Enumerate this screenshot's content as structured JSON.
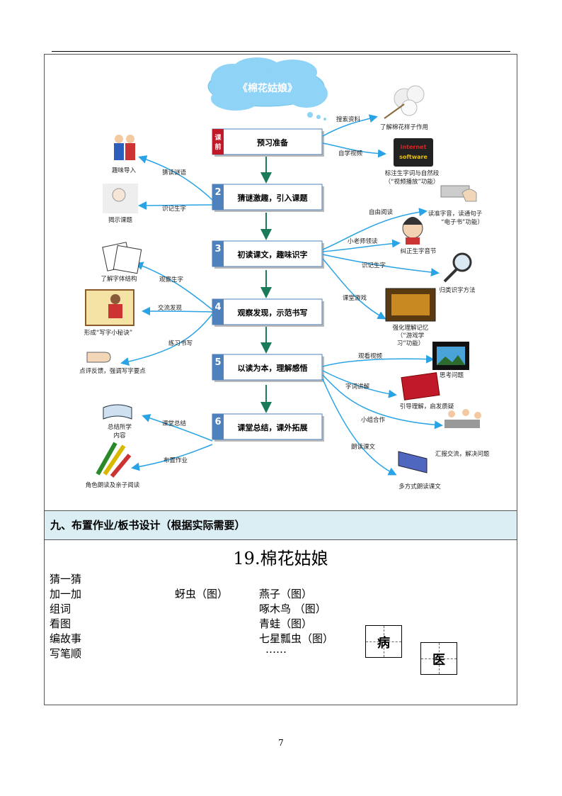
{
  "diagram": {
    "cloud_title": "《棉花姑娘》",
    "steps": [
      {
        "num": "课前",
        "label": "预习准备"
      },
      {
        "num": "2",
        "label": "猜谜激趣，引入课题"
      },
      {
        "num": "3",
        "label": "初读课文，趣味识字"
      },
      {
        "num": "4",
        "label": "观察发现，示范书写"
      },
      {
        "num": "5",
        "label": "以读为本，理解感悟"
      },
      {
        "num": "6",
        "label": "课堂总结，课外拓展"
      }
    ],
    "right_branches": [
      {
        "link": "搜索资料",
        "caption": "了解棉花样子作用"
      },
      {
        "link": "自学视频",
        "caption": "标注生字词与自然段",
        "caption2": "（“视频播放”功能）"
      },
      {
        "link": "自由阅读",
        "caption": "读准字音，读通句子",
        "caption2": "“电子书”功能）"
      },
      {
        "link": "小老师领读",
        "caption": "纠正生字音节"
      },
      {
        "link": "识记生字",
        "caption": "归类识字方法"
      },
      {
        "link": "课堂游戏",
        "caption": "强化理解记忆",
        "caption2": "（“游戏学",
        "caption3": "习”功能）"
      },
      {
        "link": "观看视频",
        "caption": "思考问题"
      },
      {
        "link": "字词讲解",
        "caption": "引导理解，启发质疑"
      },
      {
        "link": "小组合作",
        "caption": "汇报交流，解决问题"
      },
      {
        "link": "朗读课文",
        "caption": "多方式朗读课文"
      }
    ],
    "left_branches": [
      {
        "link": "猜读谜语",
        "caption": "趣味导入"
      },
      {
        "link": "识记生字",
        "caption": "揭示课题"
      },
      {
        "link": "观察生字",
        "caption": "了解字体结构"
      },
      {
        "link": "交流发现",
        "caption": "形成“写字小秘诀”"
      },
      {
        "link": "练习书写",
        "caption": "点评反馈，强调写字要点"
      },
      {
        "link": "课堂总结",
        "caption": "总结所学",
        "caption2": "内容"
      },
      {
        "link": "布置作业",
        "caption": "角色朗读及亲子阅读"
      }
    ]
  },
  "section": {
    "title": "九、布置作业/板书设计（根据实际需要）"
  },
  "board": {
    "title": "19.棉花姑娘",
    "left_col": [
      "猜一猜",
      "加一加",
      "组词",
      "看图",
      "编故事",
      "写笔顺"
    ],
    "mid_col": [
      "蚜虫（图）"
    ],
    "right_col": [
      "燕子（图）",
      "啄木鸟 （图）",
      "青蛙（图）",
      "七星瓢虫（图）",
      "……"
    ],
    "char1": "病",
    "char2": "医"
  },
  "page_number": "7",
  "colors": {
    "step_border": "#4f81bd",
    "cloud": "#8fd3f7",
    "arrow_main": "#1a7a5a",
    "branch": "#29a3e6",
    "section_bg": "#daeef3",
    "red_tag": "#c0192a"
  }
}
